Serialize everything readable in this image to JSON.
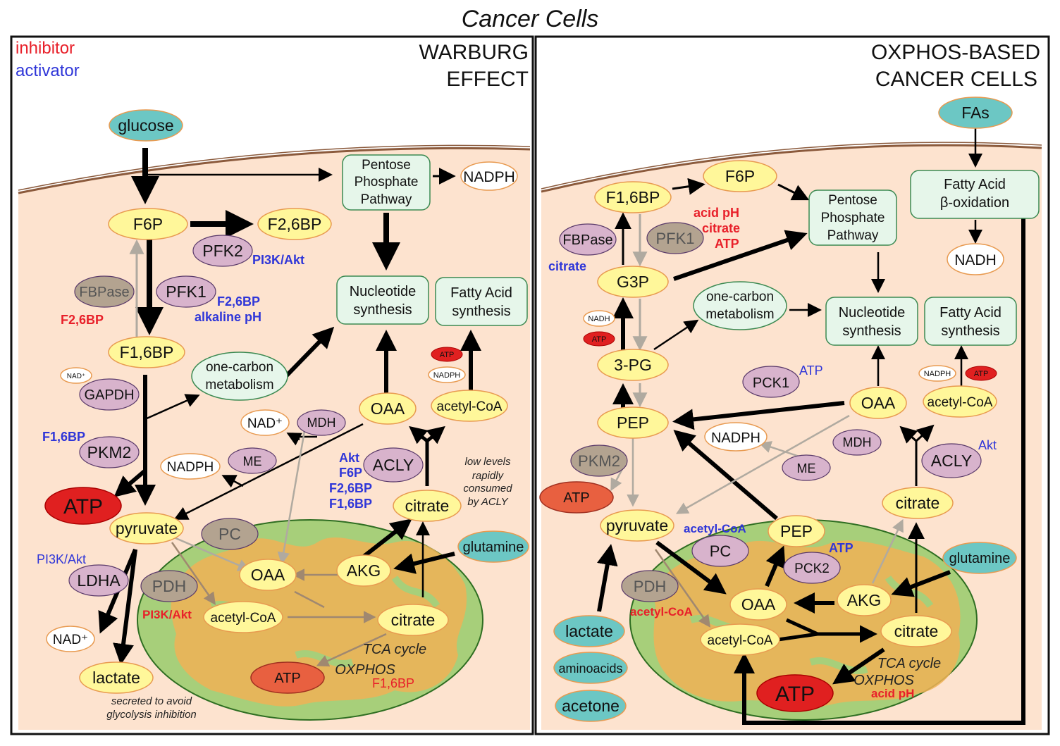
{
  "title": "Cancer Cells",
  "legend": {
    "inhibitor": "inhibitor",
    "activator": "activator"
  },
  "colors": {
    "inhibitor": "#e8202a",
    "activator": "#2f36d8",
    "cytoplasm": "#fde3cf",
    "mito_fill": "#a7cf7a",
    "mito_cristae": "#f0b256",
    "metabolite": "#fff79a",
    "enzyme": "#d8b3cc",
    "enzyme_inhibited": "#b3a390",
    "external": "#6cc7c4",
    "atp_red": "#e02020",
    "atp_orange": "#e86040",
    "pathway_box": "#e6f6ea"
  },
  "left": {
    "heading": [
      "WARBURG",
      "EFFECT"
    ],
    "metabolites": {
      "glucose": "glucose",
      "f6p": "F6P",
      "f26bp": "F2,6BP",
      "f16bp": "F1,6BP",
      "pyruvate": "pyruvate",
      "lactate": "lactate",
      "oaa_cyto": "OAA",
      "acetylcoa_cyto": "acetyl-CoA",
      "citrate_cyto": "citrate",
      "oaa_mito": "OAA",
      "akg": "AKG",
      "acetylcoa_mito": "acetyl-CoA",
      "citrate_mito": "citrate",
      "glutamine": "glutamine"
    },
    "cofactors": {
      "nadph_ppp": "NADPH",
      "nad_gapdh": "NAD⁺",
      "nad_mdh": "NAD⁺",
      "nadph_me": "NADPH",
      "nad_ldha": "NAD⁺",
      "atp_glycolysis": "ATP",
      "atp_fas": "ATP",
      "nadph_fas": "NADPH",
      "atp_mito": "ATP"
    },
    "enzymes": {
      "pfk2": "PFK2",
      "pfk1": "PFK1",
      "fbpase": "FBPase",
      "gapdh": "GAPDH",
      "pkm2": "PKM2",
      "ldha": "LDHA",
      "mdh": "MDH",
      "me": "ME",
      "acly": "ACLY",
      "pc": "PC",
      "pdh": "PDH"
    },
    "pathways": {
      "ppp": [
        "Pentose",
        "Phosphate",
        "Pathway"
      ],
      "nucleotide": [
        "Nucleotide",
        "synthesis"
      ],
      "fatty_acid": [
        "Fatty Acid",
        "synthesis"
      ],
      "one_carbon": [
        "one-carbon",
        "metabolism"
      ]
    },
    "regulators": {
      "pi3k_pfk2": "PI3K/Akt",
      "f26bp_pfk1": "F2,6BP",
      "alkaline": "alkaline pH",
      "f26bp_fbpase": "F2,6BP",
      "f16bp_pkm2": "F1,6BP",
      "pi3k_ldha": "PI3K/Akt",
      "pi3k_pdh": "PI3K/Akt",
      "acly_akt": "Akt",
      "acly_f6p": "F6P",
      "acly_f26bp": "F2,6BP",
      "acly_f16bp": "F1,6BP",
      "f16bp_tca": "F1,6BP"
    },
    "notes": {
      "acly": [
        "low levels",
        "rapidly",
        "consumed",
        "by ACLY"
      ],
      "lactate": [
        "secreted to avoid",
        "glycolysis inhibition"
      ],
      "tca": "TCA cycle",
      "oxphos": "OXPHOS"
    }
  },
  "right": {
    "heading": [
      "OXPHOS-BASED",
      "CANCER CELLS"
    ],
    "metabolites": {
      "fas": "FAs",
      "f6p": "F6P",
      "f16bp": "F1,6BP",
      "g3p": "G3P",
      "pg3": "3-PG",
      "pep": "PEP",
      "pyruvate": "pyruvate",
      "oaa_cyto": "OAA",
      "acetylcoa_cyto": "acetyl-CoA",
      "citrate_cyto": "citrate",
      "pep_mito": "PEP",
      "oaa_mito": "OAA",
      "akg": "AKG",
      "acetylcoa_mito": "acetyl-CoA",
      "citrate_mito": "citrate",
      "glutamine": "glutamine",
      "lactate": "lactate",
      "aminoacids": "aminoacids",
      "acetone": "acetone"
    },
    "cofactors": {
      "nadh_fao": "NADH",
      "nadh_g3p": "NADH",
      "atp_g3p": "ATP",
      "nadph_me": "NADPH",
      "atp_pkm2": "ATP",
      "nadph_fas": "NADPH",
      "atp_fas": "ATP",
      "atp_mito": "ATP"
    },
    "enzymes": {
      "fbpase": "FBPase",
      "pfk1": "PFK1",
      "pck1": "PCK1",
      "pkm2": "PKM2",
      "mdh": "MDH",
      "me": "ME",
      "acly": "ACLY",
      "pc": "PC",
      "pck2": "PCK2",
      "pdh": "PDH"
    },
    "pathways": {
      "ppp": [
        "Pentose",
        "Phosphate",
        "Pathway"
      ],
      "fao": [
        "Fatty Acid",
        "β-oxidation"
      ],
      "nucleotide": [
        "Nucleotide",
        "synthesis"
      ],
      "fatty_acid": [
        "Fatty Acid",
        "synthesis"
      ],
      "one_carbon": [
        "one-carbon",
        "metabolism"
      ]
    },
    "regulators": {
      "acid_ph": "acid pH",
      "citrate": "citrate",
      "atp": "ATP",
      "citrate_fbpase": "citrate",
      "atp_pck1": "ATP",
      "acly_akt": "Akt",
      "acetylcoa_pc": "acetyl-CoA",
      "atp_pck2": "ATP",
      "acetylcoa_pdh": "acetyl-CoA",
      "acid_ph_mito": "acid pH"
    },
    "notes": {
      "tca": "TCA cycle",
      "oxphos": "OXPHOS"
    }
  }
}
